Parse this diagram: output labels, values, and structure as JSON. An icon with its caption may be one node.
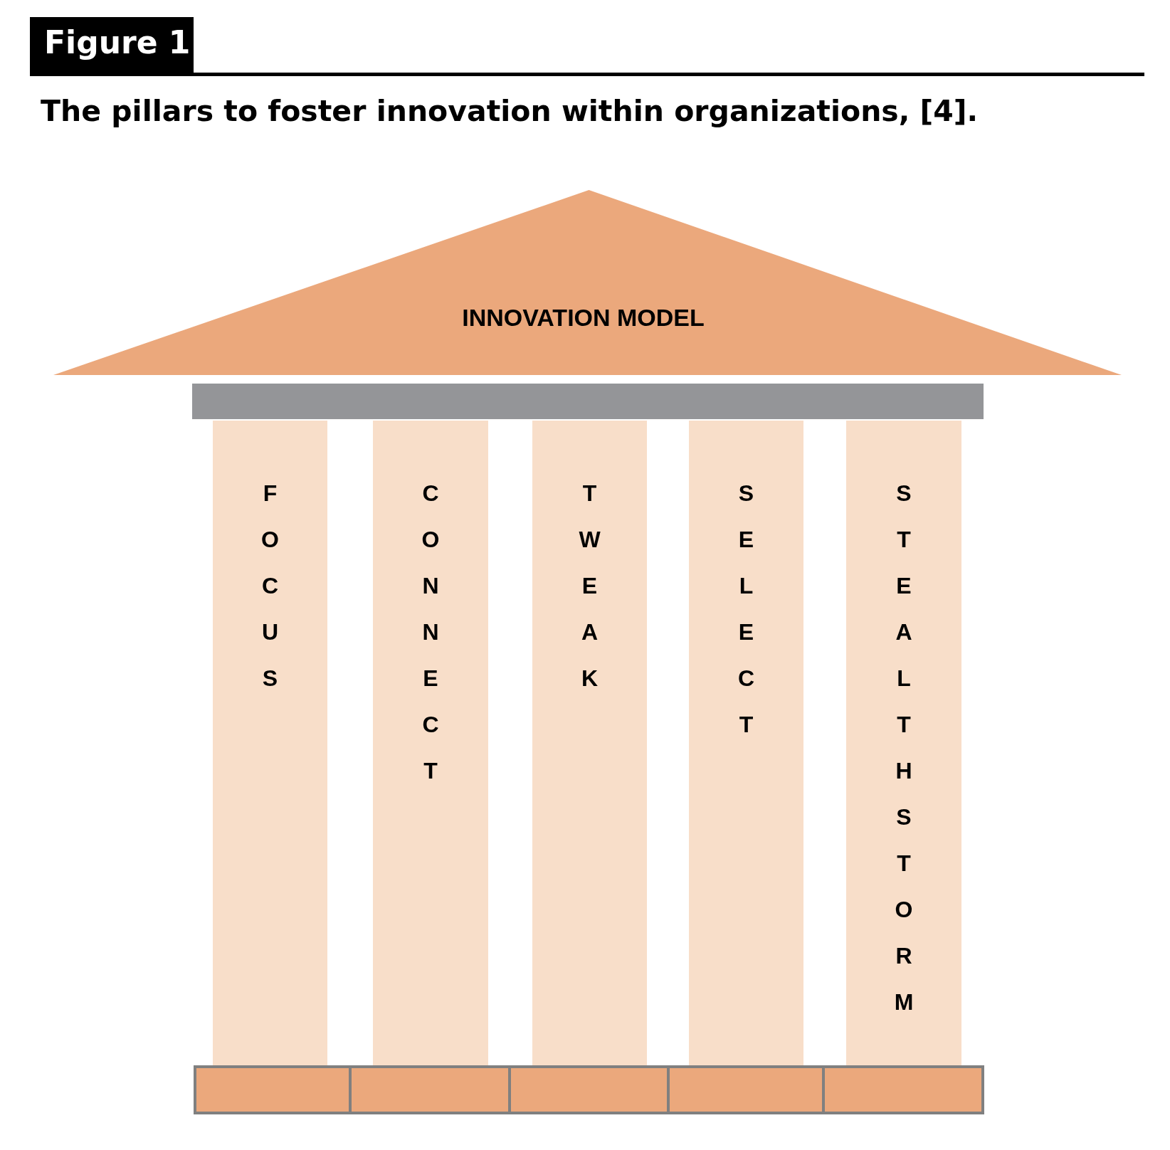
{
  "diagram": {
    "title": "The pillars to foster innovation within organizations, [4].",
    "nodes": [
      {
        "text": [
          "INNOVATION MODEL"
        ]
      },
      {
        "text": [],
        "shape": "bar"
      },
      {
        "text": [
          "FOCUS"
        ]
      },
      {
        "text": [
          "CONNECT"
        ]
      },
      {
        "text": [
          "TWEAK"
        ]
      },
      {
        "text": [
          "SELECT"
        ]
      },
      {
        "text": [
          "STEALTHSTORM"
        ]
      },
      {
        "text": [],
        "shape": "box"
      },
      {
        "text": [],
        "shape": "box"
      },
      {
        "text": [],
        "shape": "box"
      },
      {
        "text": [],
        "shape": "box"
      },
      {
        "text": [],
        "shape": "box"
      }
    ],
    "labels": [
      "Figure 1"
    ]
  }
}
